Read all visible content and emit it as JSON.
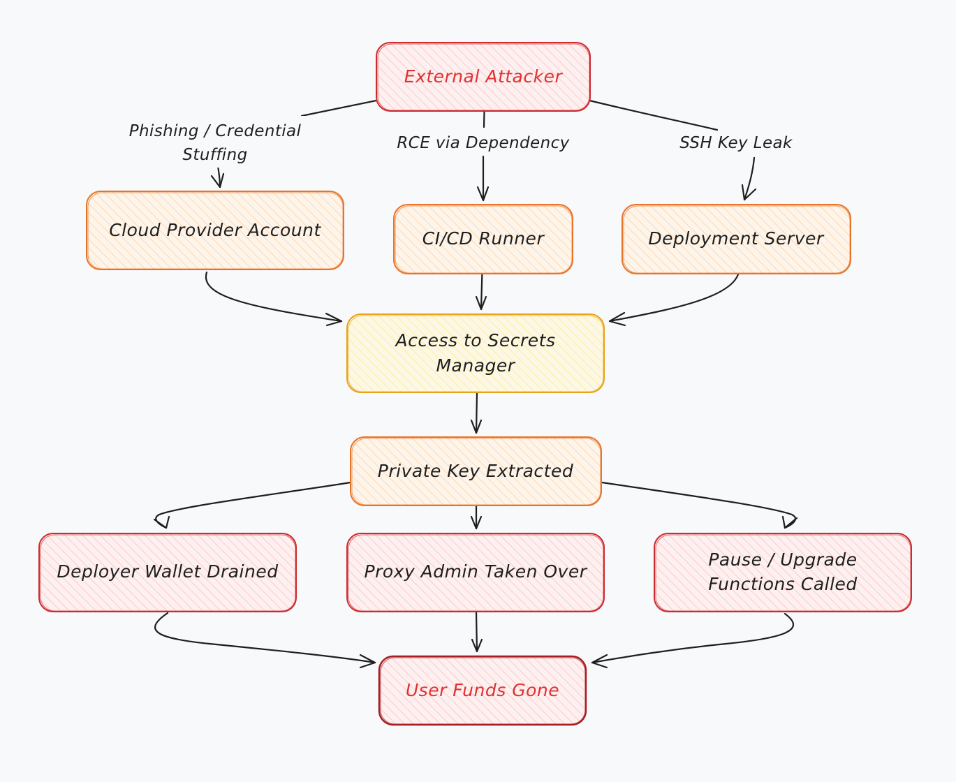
{
  "colors": {
    "background": "#f8f9fa",
    "text": "#1e1e1e",
    "red_stroke": "#cc2b30",
    "red_text": "#e03131",
    "red_fill": "#ffc9c9",
    "orange_stroke": "#e8742a",
    "orange_fill": "#ffd8a8",
    "yellow_stroke": "#e8a317",
    "yellow_fill": "#ffec99",
    "darkred_stroke": "#a61e22",
    "arrow": "#1e1e1e"
  },
  "nodes": {
    "external_attacker": {
      "label": "External Attacker"
    },
    "cloud_account": {
      "label": "Cloud Provider Account"
    },
    "cicd_runner": {
      "label": "CI/CD Runner"
    },
    "deployment_server": {
      "label": "Deployment Server"
    },
    "secrets_manager": {
      "label_line1": "Access to Secrets",
      "label_line2": "Manager"
    },
    "private_key": {
      "label": "Private Key Extracted"
    },
    "deployer_wallet": {
      "label": "Deployer Wallet Drained"
    },
    "proxy_admin": {
      "label": "Proxy Admin Taken Over"
    },
    "pause_upgrade": {
      "label_line1": "Pause / Upgrade",
      "label_line2": "Functions Called"
    },
    "user_funds": {
      "label": "User Funds Gone"
    }
  },
  "edges": {
    "phishing": {
      "label_line1": "Phishing / Credential",
      "label_line2": "Stuffing"
    },
    "rce": {
      "label": "RCE via Dependency"
    },
    "ssh": {
      "label": "SSH Key Leak"
    }
  }
}
